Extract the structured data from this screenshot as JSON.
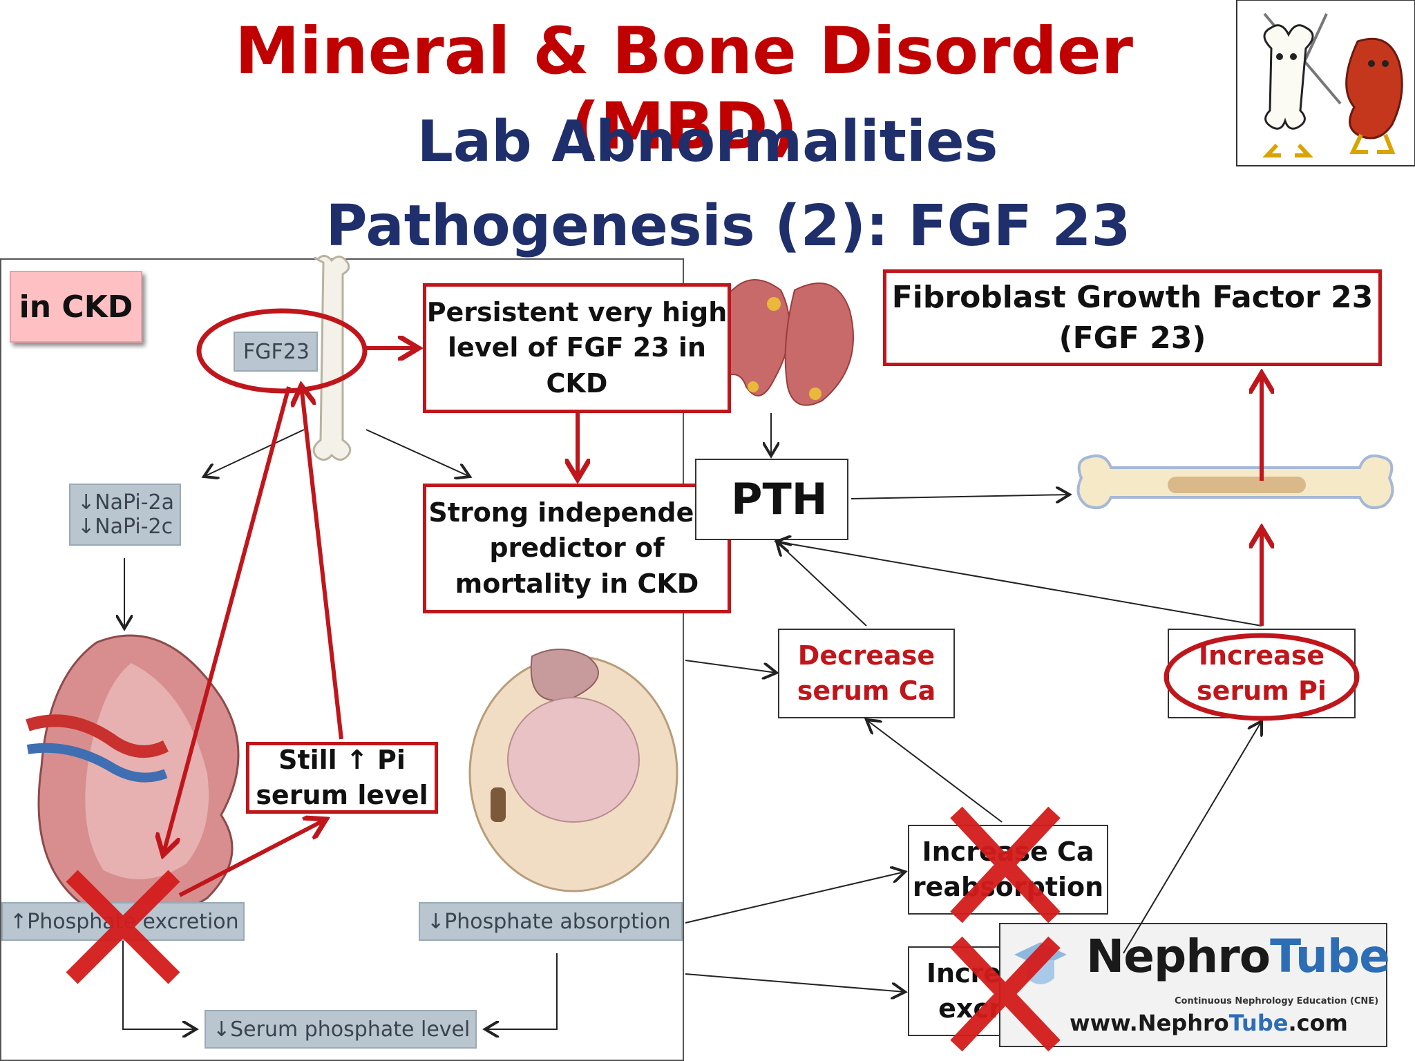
{
  "title": "Mineral & Bone Disorder (MBD)",
  "subtitle": "Lab Abnormalities",
  "section_title": "Pathogenesis (2): FGF 23",
  "panel": {
    "badge": "in CKD",
    "fgf23_label": "FGF23",
    "napi_line1": "↓NaPi-2a",
    "napi_line2": "↓NaPi-2c",
    "phosphate_excretion": "↑Phosphate excretion",
    "phosphate_absorption": "↓Phosphate absorption",
    "serum_phosphate": "↓Serum phosphate level"
  },
  "callouts": {
    "persistent_line1": "Persistent very high",
    "persistent_line2": "level of FGF 23 in CKD",
    "predictor_line1": "Strong independent",
    "predictor_line2": "predictor of",
    "predictor_line3": "mortality in CKD",
    "still_pi_line1": "Still ↑ Pi",
    "still_pi_line2": "serum level"
  },
  "right": {
    "pth": "PTH",
    "fgf_title_line1": "Fibroblast Growth Factor 23",
    "fgf_title_line2": "(FGF 23)",
    "decrease_ca_line1": "Decrease",
    "decrease_ca_line2": "serum Ca",
    "increase_pi_line1": "Increase",
    "increase_pi_line2": "serum Pi",
    "ca_reabsorption_line1": "Increase Ca",
    "ca_reabsorption_line2": "reabsorption",
    "pi_excretion_line1": "Increase Pi",
    "pi_excretion_line2": "excretion"
  },
  "watermark": {
    "brand_a": "Nephro",
    "brand_b": "Tube",
    "tagline": "Continuous Nephrology Education (CNE)",
    "url_a": "www.",
    "url_b": "Nephro",
    "url_c": "Tube",
    "url_d": ".com"
  },
  "colors": {
    "title_red": "#c00000",
    "title_navy": "#1f2f6b",
    "callout_red": "#c0161b",
    "watermark_blue": "#2d6db5"
  }
}
